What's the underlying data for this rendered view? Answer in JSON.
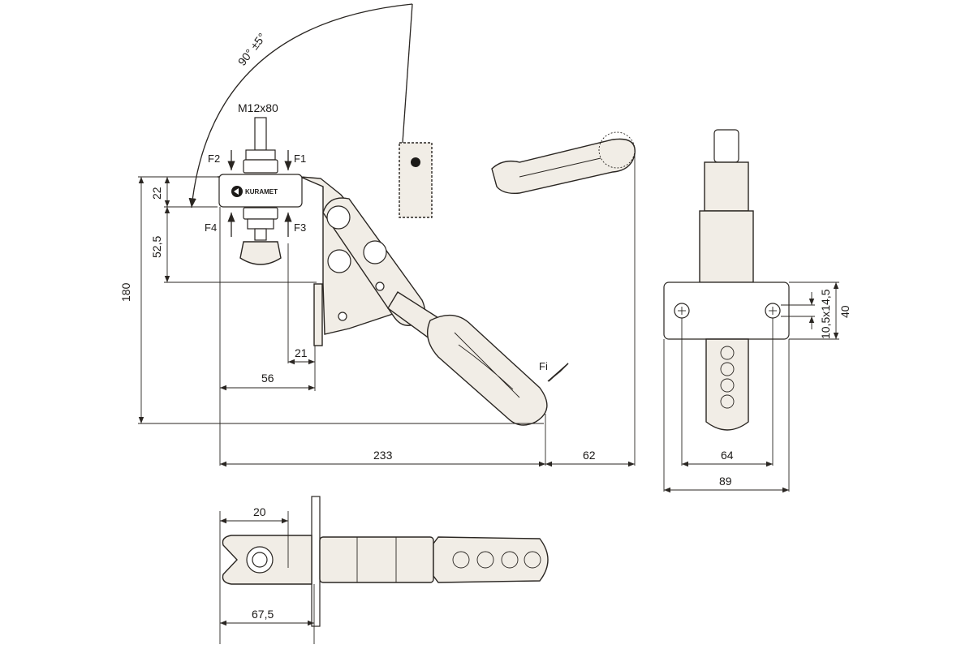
{
  "dimensions": {
    "thread": "M12x80",
    "angle": "90° ±5°",
    "height_total": "180",
    "height_upper": "22",
    "height_lower": "52,5",
    "base_21": "21",
    "base_56": "56",
    "length_233": "233",
    "length_62": "62",
    "slot": "10,5x14,5",
    "plate_height": "40",
    "hole_spacing": "64",
    "plate_width": "89",
    "top_20": "20",
    "top_67": "67,5"
  },
  "forces": {
    "f1": "F1",
    "f2": "F2",
    "f3": "F3",
    "f4": "F4",
    "fi": "Fi"
  },
  "brand": "KURAMET",
  "icons": [
    "arrow-down-icon",
    "arrow-up-icon",
    "force-arrow-icon",
    "brand-logo-icon"
  ]
}
